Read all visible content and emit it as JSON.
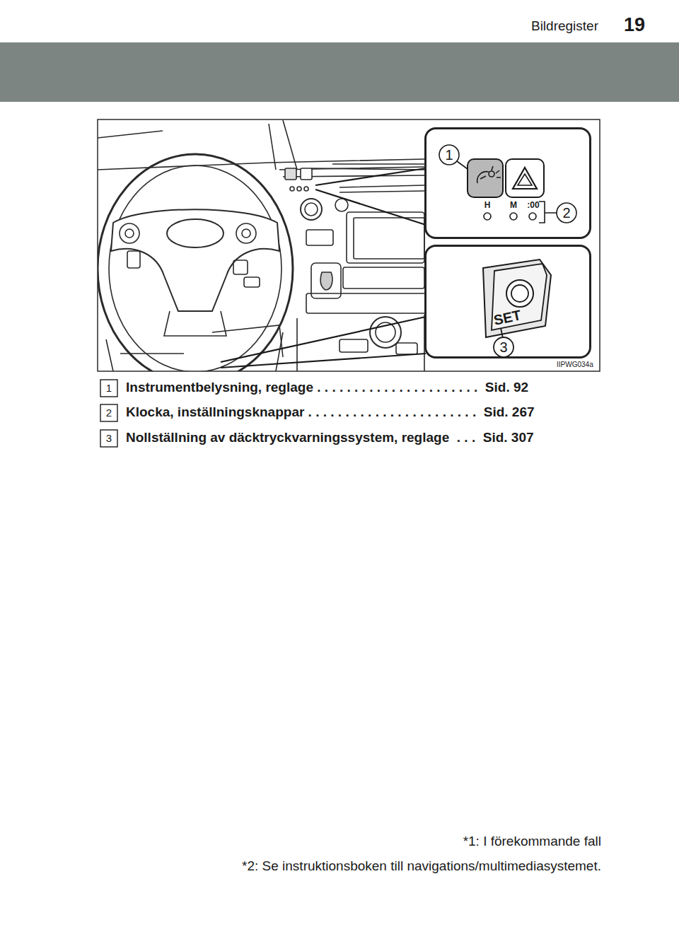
{
  "diagram": {
    "nodes": [
      {
        "text": [
          "1",
          "H",
          "M",
          ":00",
          "2"
        ]
      },
      {
        "text": [
          "SET",
          "3"
        ]
      }
    ],
    "labels": [
      "Bildregister",
      "19",
      "IIPWG034a",
      "1",
      "Instrumentbelysning, reglage . . . . . . . . . . . . . . . . . . . . . .  Sid. 92",
      "2",
      "Klocka, inställningsknappar . . . . . . . . . . . . . . . . . . . . . . .  Sid. 267",
      "3",
      "Nollställning av däcktryckvarningssystem, reglage  . . .  Sid. 307",
      "*1: I förekommande fall",
      "*2: Se instruktionsboken till navigations/multimediasystemet."
    ]
  }
}
